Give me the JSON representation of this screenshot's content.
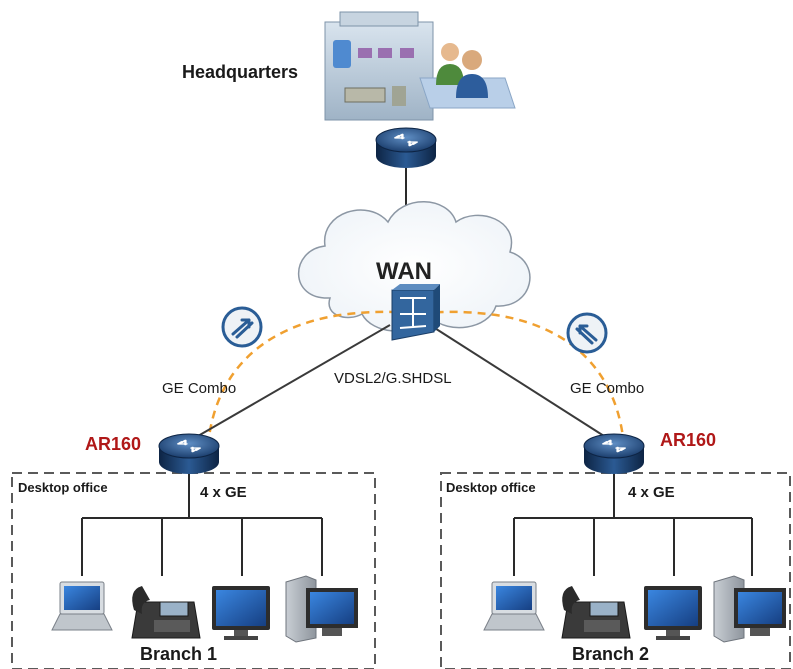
{
  "headquarters": {
    "label": "Headquarters"
  },
  "wan": {
    "label": "WAN",
    "link_label": "VDSL2/G.SHDSL"
  },
  "branches": [
    {
      "router_label": "AR160",
      "uplink_label": "GE Combo",
      "downlink_label": "4 x GE",
      "office_label": "Desktop office",
      "name": "Branch 1"
    },
    {
      "router_label": "AR160",
      "uplink_label": "GE Combo",
      "downlink_label": "4 x GE",
      "office_label": "Desktop office",
      "name": "Branch 2"
    }
  ],
  "colors": {
    "router_label": "#b01818",
    "vpn_tunnel": "#f0a030",
    "router_body": "#1c3f6e",
    "device_screen": "#2a6fc6"
  },
  "icons": {
    "hq": [
      "office-building-icon",
      "users-icon"
    ],
    "wan": [
      "cloud-icon",
      "firewall-icon"
    ],
    "vpn": [
      "vpn-tunnel-icon"
    ],
    "routers": [
      "router-icon"
    ],
    "devices": [
      "laptop-icon",
      "ip-phone-icon",
      "monitor-icon",
      "desktop-pc-icon"
    ]
  }
}
